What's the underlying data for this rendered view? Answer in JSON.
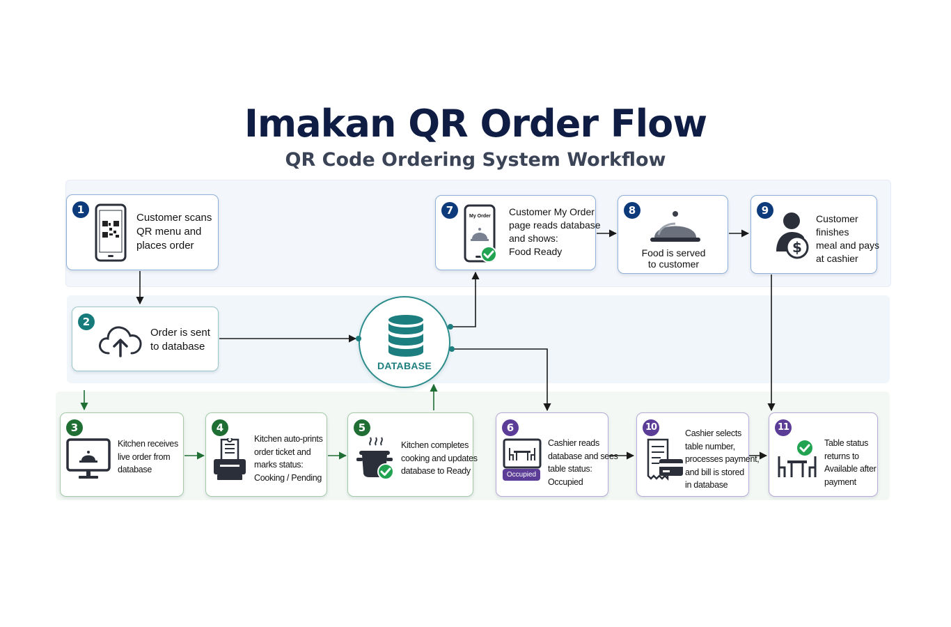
{
  "header": {
    "title": "Imakan QR Order Flow",
    "subtitle": "QR Code Ordering System Workflow"
  },
  "database": {
    "label": "DATABASE"
  },
  "steps": [
    {
      "num": "1",
      "lines": [
        "Customer scans",
        "QR menu and",
        "places order"
      ]
    },
    {
      "num": "2",
      "lines": [
        "Order is sent",
        "to database"
      ]
    },
    {
      "num": "3",
      "lines": [
        "Kitchen receives",
        "live order from",
        "database"
      ]
    },
    {
      "num": "4",
      "lines": [
        "Kitchen auto-prints",
        "order ticket and",
        "marks status:",
        "Cooking / Pending"
      ]
    },
    {
      "num": "5",
      "lines": [
        "Kitchen completes",
        "cooking and updates",
        "database to Ready"
      ]
    },
    {
      "num": "6",
      "lines": [
        "Cashier reads",
        "database and sees",
        "table status:",
        "Occupied"
      ],
      "badge": "Occupied"
    },
    {
      "num": "7",
      "lines": [
        "Customer My Order",
        "page reads database",
        "and shows:",
        "Food Ready"
      ],
      "phone_caption": "My Order"
    },
    {
      "num": "8",
      "lines": [
        "Food is served",
        "to customer"
      ]
    },
    {
      "num": "9",
      "lines": [
        "Customer",
        "finishes",
        "meal and pays",
        "at cashier"
      ]
    },
    {
      "num": "10",
      "lines": [
        "Cashier selects",
        "table number,",
        "processes payment,",
        "and bill is stored",
        "in database"
      ]
    },
    {
      "num": "11",
      "lines": [
        "Table status",
        "returns to",
        "Available after",
        "payment"
      ]
    }
  ],
  "icons": {
    "step1": "qr-phone-icon",
    "step2": "cloud-upload-icon",
    "step3": "monitor-cloche-icon",
    "step4": "printer-ticket-icon",
    "step5": "cooking-pot-check-icon",
    "step6": "table-monitor-icon",
    "step7": "phone-order-check-icon",
    "step8": "serving-cloche-icon",
    "step9": "customer-pay-icon",
    "step10": "receipt-card-icon",
    "step11": "table-check-icon",
    "database": "database-icon"
  },
  "colors": {
    "title": "#0f1d44",
    "blue": "#0d3a7a",
    "teal": "#177b7c",
    "green": "#1f6f34",
    "purple": "#5b3d97",
    "check": "#22a352"
  }
}
